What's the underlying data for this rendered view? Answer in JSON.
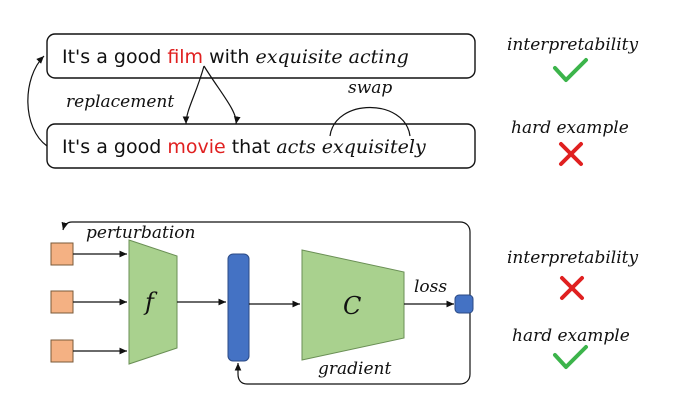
{
  "top": {
    "sentence_original": {
      "prefix": "It's a good ",
      "highlight": "film",
      "middle": " with ",
      "italic": "exquisite acting"
    },
    "sentence_modified": {
      "prefix": "It's a good ",
      "highlight": "movie",
      "middle": " that ",
      "italic": "acts exquisitely"
    },
    "replacement_label": "replacement",
    "swap_label": "swap",
    "criteria": [
      {
        "label": "interpretability",
        "mark": "check"
      },
      {
        "label": "hard example",
        "mark": "cross"
      }
    ]
  },
  "bottom": {
    "perturbation_label": "perturbation",
    "encoder_label": "f",
    "classifier_label": "C",
    "loss_label": "loss",
    "gradient_label": "gradient",
    "criteria": [
      {
        "label": "interpretability",
        "mark": "cross"
      },
      {
        "label": "hard example",
        "mark": "check"
      }
    ]
  },
  "colors": {
    "highlight_red": "#e02020",
    "check_green": "#3cb44b",
    "cross_red": "#e02020",
    "input_orange": "#f4b183",
    "block_green": "#a9d18e",
    "vector_blue": "#4472c4"
  }
}
